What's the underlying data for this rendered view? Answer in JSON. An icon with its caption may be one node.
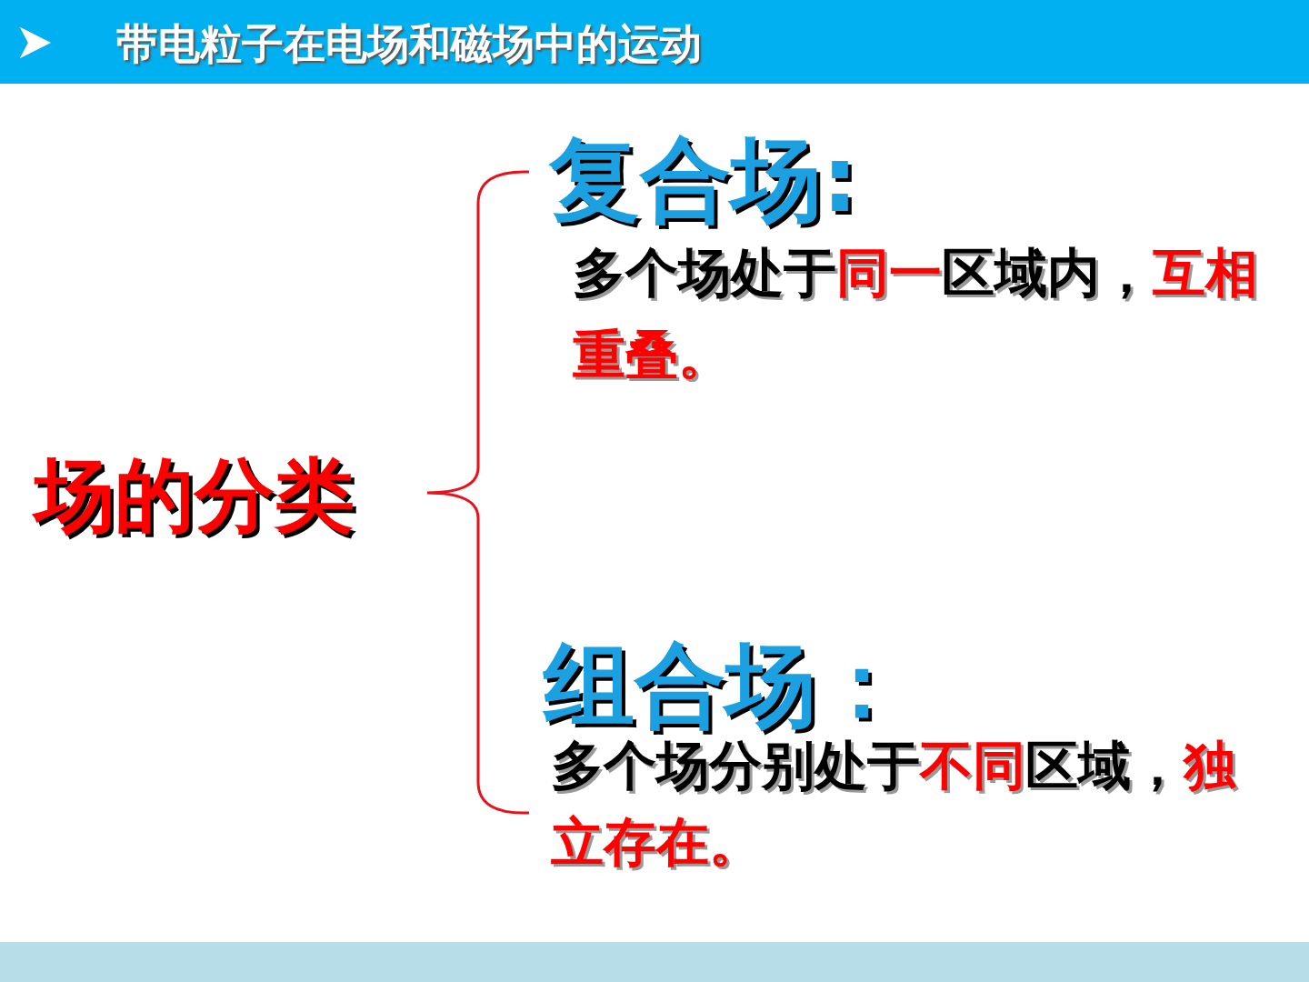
{
  "diagram": {
    "title": "带电粒子在电场和磁场中的运动",
    "labels": [
      "场的分类",
      "复合场:",
      "多个场处于同一区域内，互相重叠。",
      "组合场：",
      "多个场分别处于不同区域，独立存在。"
    ]
  }
}
